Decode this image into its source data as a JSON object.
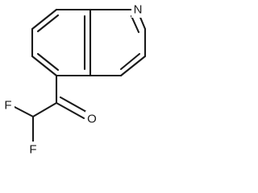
{
  "structure": {
    "atoms": {
      "nitrogen": "N",
      "oxygen": "O",
      "fluorine_upper": "F",
      "fluorine_lower": "F"
    }
  }
}
